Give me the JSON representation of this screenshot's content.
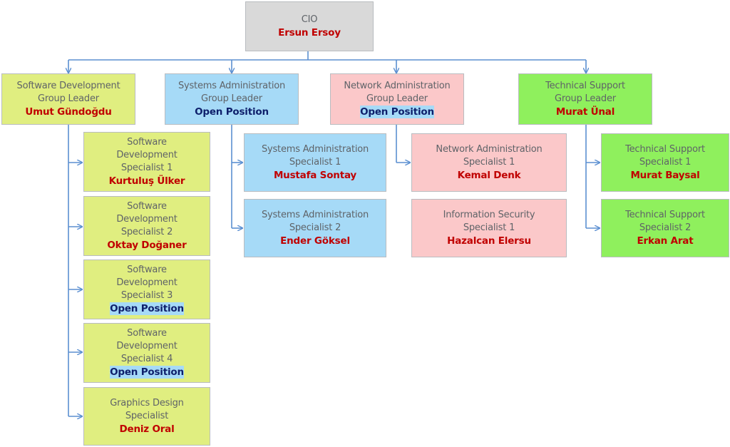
{
  "cio": {
    "title": "CIO",
    "name": "Ersun Ersoy"
  },
  "sw_lead": {
    "title1": "Software Development",
    "title2": "Group Leader",
    "name": "Umut Gündoğdu"
  },
  "sys_lead": {
    "title1": "Systems Administration",
    "title2": "Group Leader",
    "name": "Open Position"
  },
  "net_lead": {
    "title1": "Network Administration",
    "title2": "Group Leader",
    "name": "Open Position"
  },
  "tech_lead": {
    "title1": "Technical Support",
    "title2": "Group Leader",
    "name": "Murat Ünal"
  },
  "sw_specialists": [
    {
      "title1": "Software",
      "title2": "Development",
      "title3": "Specialist 1",
      "name": "Kurtuluş Ülker"
    },
    {
      "title1": "Software",
      "title2": "Development",
      "title3": "Specialist 2",
      "name": "Oktay Doğaner"
    },
    {
      "title1": "Software",
      "title2": "Development",
      "title3": "Specialist 3",
      "name": "Open Position"
    },
    {
      "title1": "Software",
      "title2": "Development",
      "title3": "Specialist 4",
      "name": "Open Position"
    },
    {
      "title1": "Graphics Design",
      "title2": "Specialist",
      "name": "Deniz Oral"
    }
  ],
  "sys_specialists": [
    {
      "title1": "Systems Administration",
      "title2": "Specialist 1",
      "name": "Mustafa Sontay"
    },
    {
      "title1": "Systems Administration",
      "title2": "Specialist 2",
      "name": "Ender Göksel"
    }
  ],
  "net_specialists": [
    {
      "title1": "Network Administration",
      "title2": "Specialist 1",
      "name": "Kemal Denk"
    },
    {
      "title1": "Information Security",
      "title2": "Specialist 1",
      "name": "Hazalcan Elersu"
    }
  ],
  "tech_specialists": [
    {
      "title1": "Technical Support",
      "title2": "Specialist 1",
      "name": "Murat Baysal"
    },
    {
      "title1": "Technical Support",
      "title2": "Specialist 2",
      "name": "Erkan Arat"
    }
  ],
  "colors": {
    "cio": "#d9d9d9",
    "software": "#e0ee80",
    "systems": "#a6daf7",
    "network": "#fbc8c9",
    "support": "#8ff05d",
    "connector": "#5b8fd1",
    "name_red": "#c00000",
    "name_blue": "#0e1f6b"
  }
}
